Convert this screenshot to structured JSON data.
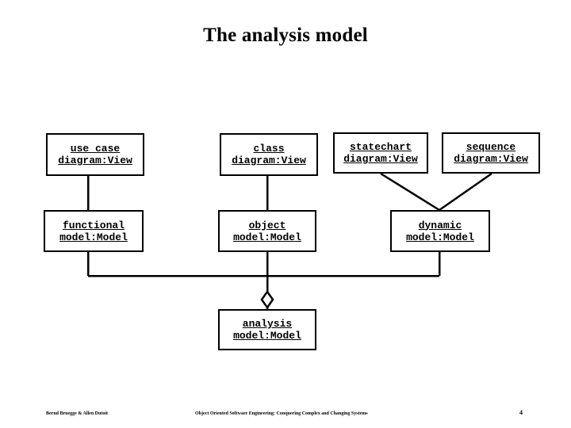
{
  "slide": {
    "title": "The analysis model",
    "page_number": "4"
  },
  "diagram": {
    "type": "uml-object-diagram",
    "nodes": [
      {
        "id": "use-case-diagram",
        "name_line": "use case",
        "type_line": "diagram:View",
        "row": 1
      },
      {
        "id": "class-diagram",
        "name_line": "class",
        "type_line": "diagram:View",
        "row": 1
      },
      {
        "id": "statechart-diagram",
        "name_line": "statechart",
        "type_line": "diagram:View",
        "row": 1
      },
      {
        "id": "sequence-diagram",
        "name_line": "sequence",
        "type_line": "diagram:View",
        "row": 1
      },
      {
        "id": "functional-model",
        "name_line": "functional",
        "type_line": "model:Model",
        "row": 2
      },
      {
        "id": "object-model",
        "name_line": "object",
        "type_line": "model:Model",
        "row": 2
      },
      {
        "id": "dynamic-model",
        "name_line": "dynamic",
        "type_line": "model:Model",
        "row": 2
      },
      {
        "id": "analysis-model",
        "name_line": "analysis",
        "type_line": "model:Model",
        "row": 3
      }
    ],
    "edges": [
      {
        "from": "use-case-diagram",
        "to": "functional-model",
        "style": "straight"
      },
      {
        "from": "class-diagram",
        "to": "object-model",
        "style": "straight"
      },
      {
        "from": "statechart-diagram",
        "to": "dynamic-model",
        "style": "diagonal"
      },
      {
        "from": "sequence-diagram",
        "to": "dynamic-model",
        "style": "diagonal"
      },
      {
        "from": "functional-model",
        "to": "analysis-model",
        "style": "aggregation-bus"
      },
      {
        "from": "object-model",
        "to": "analysis-model",
        "style": "aggregation-bus"
      },
      {
        "from": "dynamic-model",
        "to": "analysis-model",
        "style": "aggregation-bus"
      }
    ],
    "aggregation_marker": "hollow-diamond",
    "line_color": "#000000"
  },
  "footer": {
    "author": "Bernd Bruegge & Allen Dutoit",
    "book": "Object Oriented Software Engineering: Conquering Complex and Changing Systems"
  }
}
